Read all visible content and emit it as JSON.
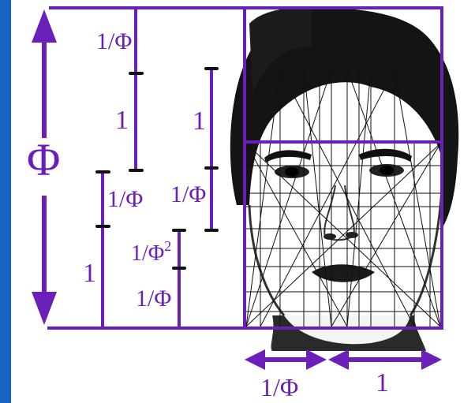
{
  "colors": {
    "accent": "#6a1fb8",
    "side_band": "#1565c0",
    "ink": "#111111",
    "paper": "#ffffff"
  },
  "illustration": {
    "description_icon": "face-portrait-icon"
  },
  "labels": {
    "phi_big": "Φ",
    "inv_phi_top": "1/Φ",
    "one_top": "1",
    "one_mid_right": "1",
    "inv_phi_mid_right": "1/Φ",
    "inv_phi_mid_left": "1/Φ",
    "one_left_bottom": "1",
    "inv_phi_sq_base": "1/Φ",
    "inv_phi_sq_exp": "2",
    "inv_phi_bottom": "1/Φ",
    "bottom_inv_phi": "1/Φ",
    "bottom_one": "1"
  }
}
